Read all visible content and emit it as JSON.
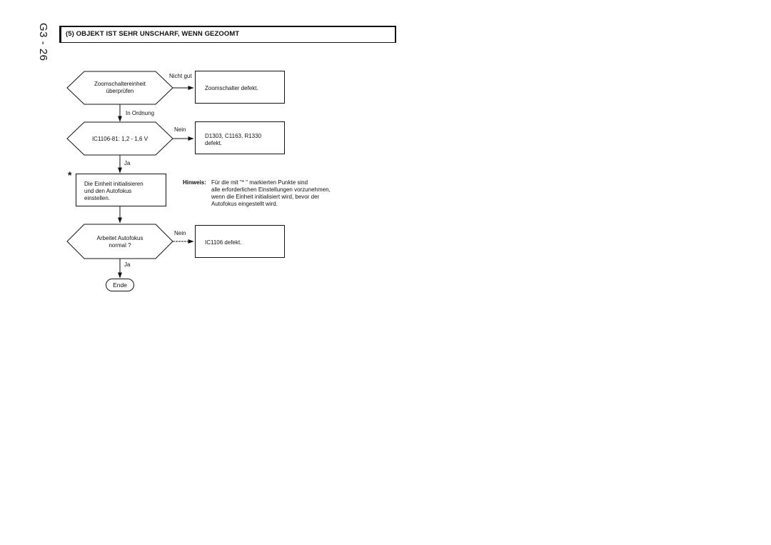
{
  "page_number": "G3 - 26",
  "title": "(5) OBJEKT IST SEHR UNSCHARF, WENN GEZOOMT",
  "decision1": {
    "line1": "Zoomschaltereinheit",
    "line2": "überprüfen",
    "no_label": "Nicht gut",
    "yes_label": "In Ordnung"
  },
  "result1": {
    "text": "Zoomschalter defekt."
  },
  "decision2": {
    "text": "IC1106-81: 1,2 - 1,6 V",
    "no_label": "Nein",
    "yes_label": "Ja"
  },
  "result2": {
    "line1": "D1303, C1163, R1330",
    "line2": "defekt."
  },
  "process1": {
    "marker": "*",
    "line1": "Die Einheit initialisieren",
    "line2": "und den Autofokus",
    "line3": "einstellen."
  },
  "note": {
    "label": "Hinweis:",
    "line1": "Für die mit \"* \" markierten Punkte sind",
    "line2": "alle erforderlichen Einstellungen vorzunehmen,",
    "line3": "wenn die Einheit initialisiert wird, bevor der",
    "line4": "Autofokus eingestellt wird."
  },
  "decision3": {
    "line1": "Arbeitet Autofokus",
    "line2": "normal ?",
    "no_label": "Nein",
    "yes_label": "Ja"
  },
  "result3": {
    "text": "IC1106 defekt."
  },
  "terminal": {
    "text": "Ende"
  }
}
